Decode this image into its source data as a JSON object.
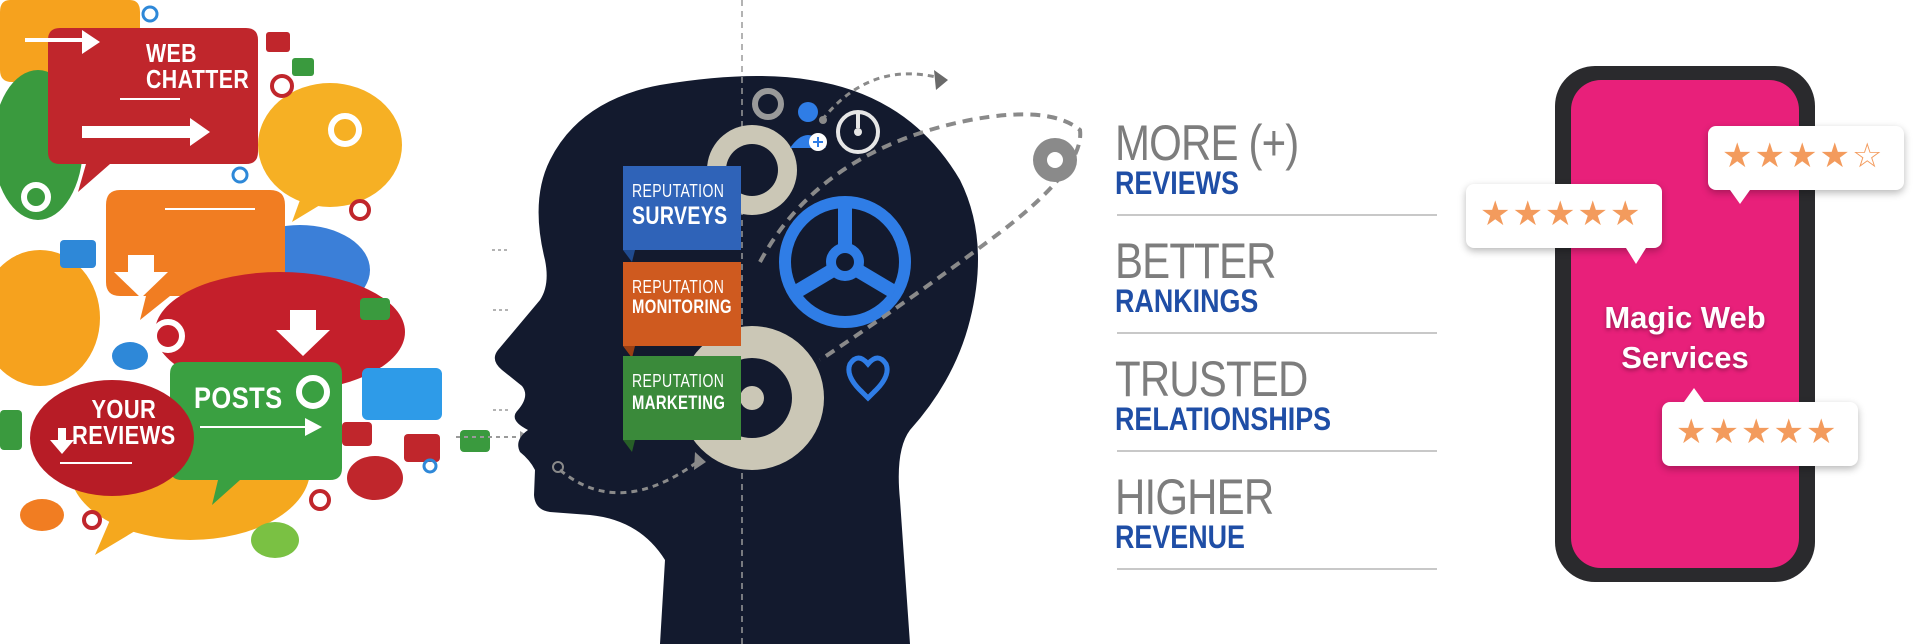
{
  "bubbles": {
    "web_chatter": "WEB\nCHATTER",
    "posts": "POSTS",
    "your_reviews": "YOUR\nREVIEWS"
  },
  "head": {
    "tags": [
      {
        "line1": "REPUTATION",
        "line2": "SURVEYS",
        "color": "#2f63b8"
      },
      {
        "line1": "REPUTATION",
        "line2": "MONITORING",
        "color": "#cf5a1f"
      },
      {
        "line1": "REPUTATION",
        "line2": "MARKETING",
        "color": "#3a8a3a"
      }
    ]
  },
  "benefits": [
    {
      "top": "MORE (+)",
      "bottom": "REVIEWS"
    },
    {
      "top": "BETTER",
      "bottom": "RANKINGS"
    },
    {
      "top": "TRUSTED",
      "bottom": "RELATIONSHIPS"
    },
    {
      "top": "HIGHER",
      "bottom": "REVENUE"
    }
  ],
  "phone": {
    "brand_line1": "Magic Web",
    "brand_line2": "Services",
    "reviews": [
      {
        "rating": 4,
        "max": 5
      },
      {
        "rating": 5,
        "max": 5
      },
      {
        "rating": 5,
        "max": 5
      }
    ]
  },
  "colors": {
    "head": "#131a2e",
    "benefit_top": "#7d7d7d",
    "benefit_bottom": "#1f4ea6",
    "phone_screen": "#e8207a",
    "star": "#f39b5d"
  }
}
